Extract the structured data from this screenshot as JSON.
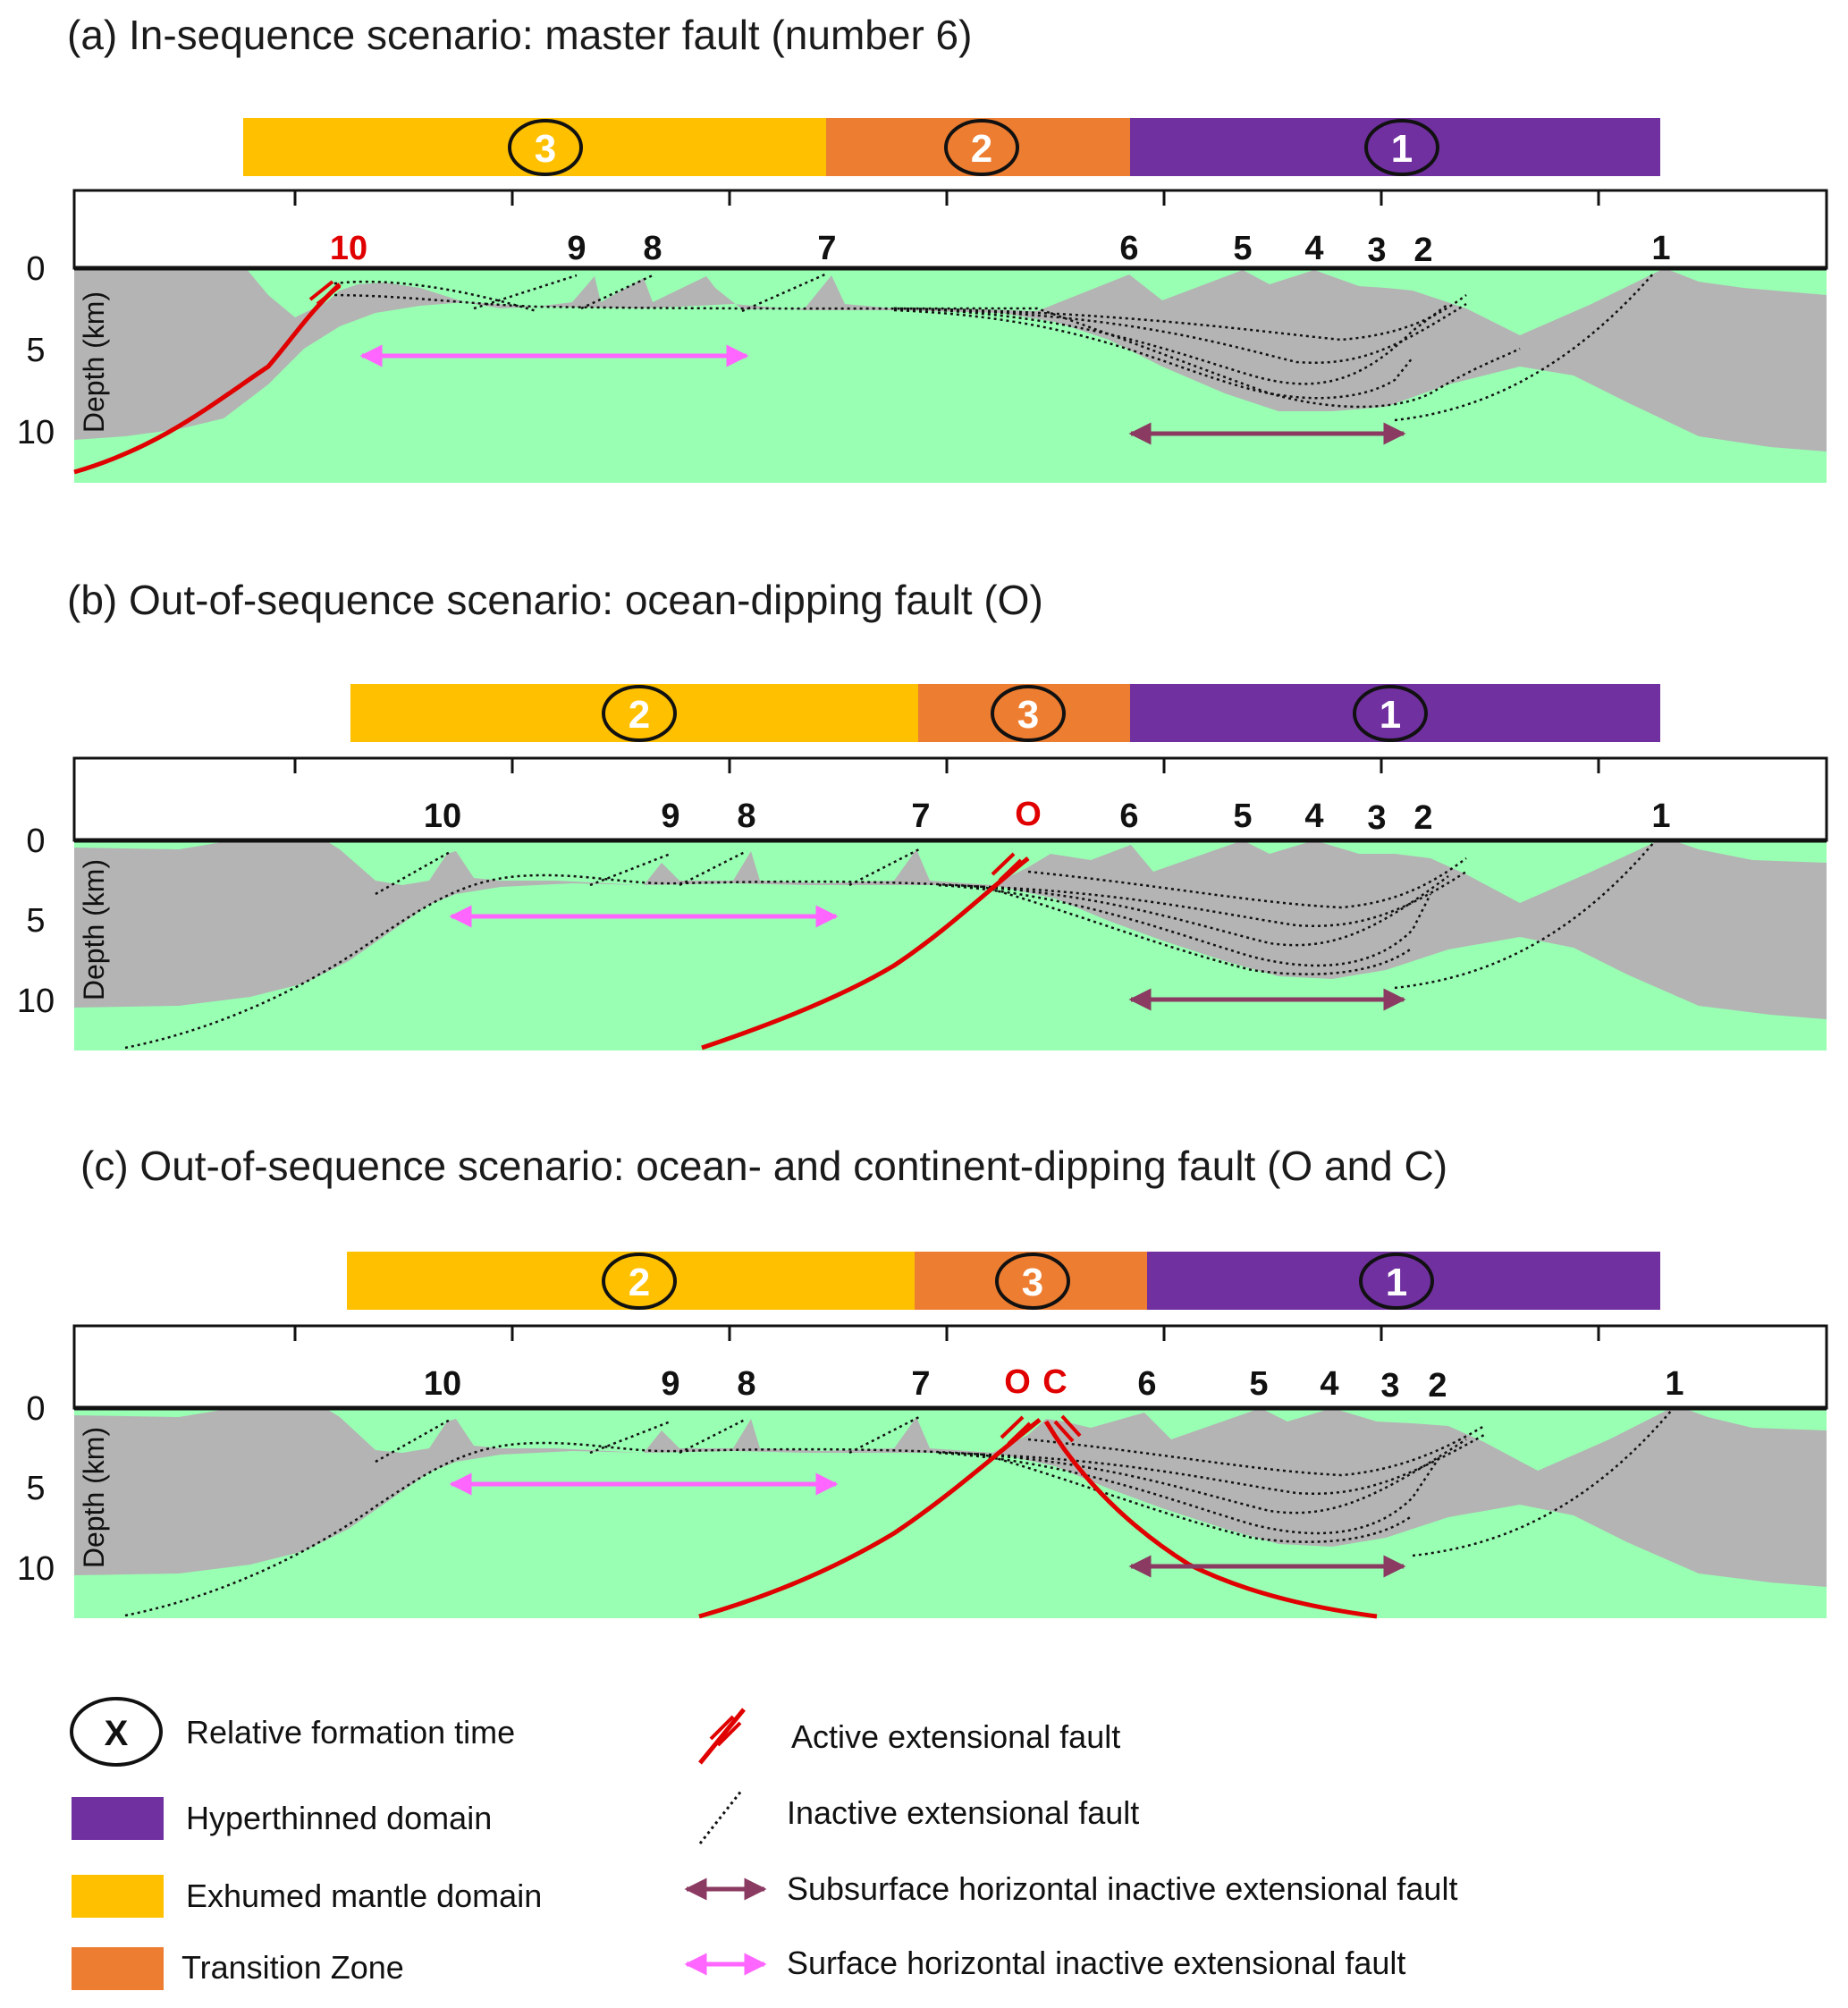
{
  "colors": {
    "hyperthinned": "#7030A0",
    "exhumed": "#FFC000",
    "transition": "#ED7D31",
    "mantle": "#99FFB3",
    "crust": "#B4B4B4",
    "active": "#E00000",
    "subsurface_arrow": "#8B3A62",
    "surface_arrow": "#FF66FF"
  },
  "panels": [
    {
      "id": "a",
      "title": "(a) In-sequence scenario: master fault (number 6)",
      "domains": [
        {
          "type": "exhumed",
          "time": "3"
        },
        {
          "type": "transition",
          "time": "2"
        },
        {
          "type": "hyperthinned",
          "time": "1"
        }
      ],
      "fault_labels": [
        {
          "text": "10",
          "active": true
        },
        {
          "text": "9",
          "active": false
        },
        {
          "text": "8",
          "active": false
        },
        {
          "text": "7",
          "active": false
        },
        {
          "text": "6",
          "active": false
        },
        {
          "text": "5",
          "active": false
        },
        {
          "text": "4",
          "active": false
        },
        {
          "text": "3",
          "active": false
        },
        {
          "text": "2",
          "active": false
        },
        {
          "text": "1",
          "active": false
        }
      ],
      "depth_axis": {
        "label": "Depth (km)",
        "ticks": [
          "0",
          "5",
          "10"
        ]
      }
    },
    {
      "id": "b",
      "title": "(b) Out-of-sequence scenario: ocean-dipping fault (O)",
      "domains": [
        {
          "type": "exhumed",
          "time": "2"
        },
        {
          "type": "transition",
          "time": "3"
        },
        {
          "type": "hyperthinned",
          "time": "1"
        }
      ],
      "fault_labels": [
        {
          "text": "10",
          "active": false
        },
        {
          "text": "9",
          "active": false
        },
        {
          "text": "8",
          "active": false
        },
        {
          "text": "7",
          "active": false
        },
        {
          "text": "O",
          "active": true
        },
        {
          "text": "6",
          "active": false
        },
        {
          "text": "5",
          "active": false
        },
        {
          "text": "4",
          "active": false
        },
        {
          "text": "3",
          "active": false
        },
        {
          "text": "2",
          "active": false
        },
        {
          "text": "1",
          "active": false
        }
      ],
      "depth_axis": {
        "label": "Depth (km)",
        "ticks": [
          "0",
          "5",
          "10"
        ]
      }
    },
    {
      "id": "c",
      "title": "(c) Out-of-sequence scenario: ocean- and continent-dipping fault (O and C)",
      "domains": [
        {
          "type": "exhumed",
          "time": "2"
        },
        {
          "type": "transition",
          "time": "3"
        },
        {
          "type": "hyperthinned",
          "time": "1"
        }
      ],
      "fault_labels": [
        {
          "text": "10",
          "active": false
        },
        {
          "text": "9",
          "active": false
        },
        {
          "text": "8",
          "active": false
        },
        {
          "text": "7",
          "active": false
        },
        {
          "text": "O",
          "active": true
        },
        {
          "text": "C",
          "active": true
        },
        {
          "text": "6",
          "active": false
        },
        {
          "text": "5",
          "active": false
        },
        {
          "text": "4",
          "active": false
        },
        {
          "text": "3",
          "active": false
        },
        {
          "text": "2",
          "active": false
        },
        {
          "text": "1",
          "active": false
        }
      ],
      "depth_axis": {
        "label": "Depth (km)",
        "ticks": [
          "0",
          "5",
          "10"
        ]
      }
    }
  ],
  "legend": {
    "relative_formation_time_symbol": "X",
    "relative_formation_time": "Relative formation time",
    "hyperthinned": "Hyperthinned domain",
    "exhumed": "Exhumed mantle domain",
    "transition": "Transition Zone",
    "active_fault": "Active extensional fault",
    "inactive_fault": "Inactive extensional fault",
    "subsurface": "Subsurface horizontal inactive extensional fault",
    "surface": "Surface horizontal inactive extensional fault"
  }
}
